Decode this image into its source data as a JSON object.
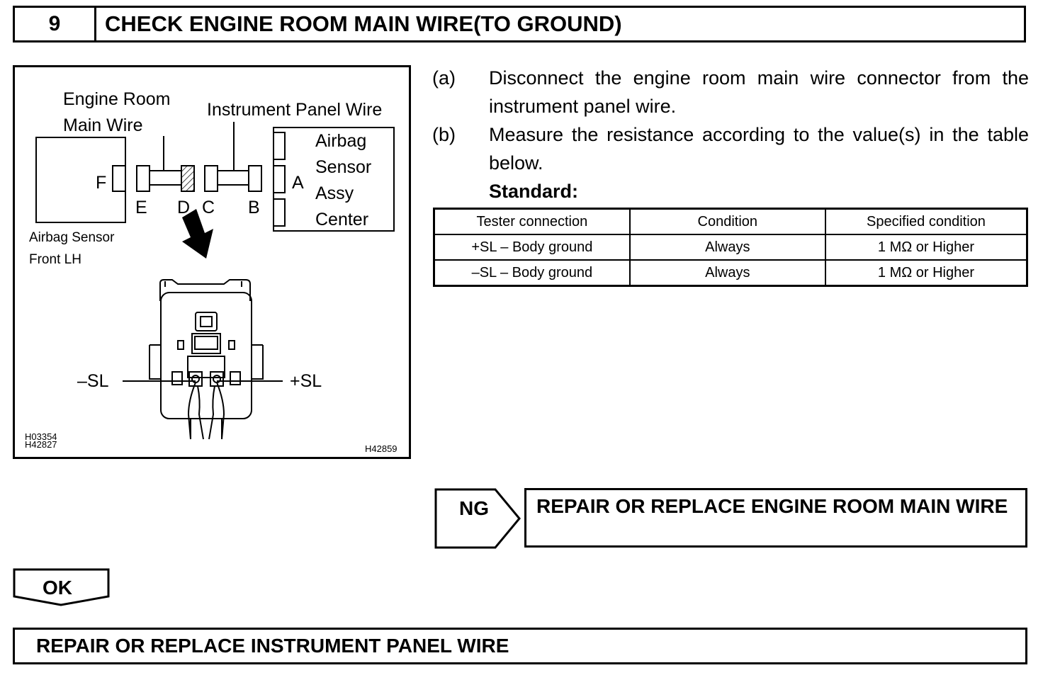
{
  "header": {
    "step_number": "9",
    "title": "CHECK ENGINE ROOM MAIN WIRE(TO GROUND)"
  },
  "figure": {
    "labels": {
      "engine_room_line1": "Engine Room",
      "engine_room_line2": "Main Wire",
      "instrument_panel_wire": "Instrument Panel Wire",
      "airbag_assy_line1": "Airbag",
      "airbag_assy_line2": "Sensor",
      "airbag_assy_line3": "Assy",
      "airbag_assy_line4": "Center",
      "connector_f": "F",
      "connector_e": "E",
      "connector_d": "D",
      "connector_c": "C",
      "connector_b": "B",
      "connector_a": "A",
      "airbag_front_line1": "Airbag Sensor",
      "airbag_front_line2": "Front LH",
      "minus_sl": "–SL",
      "plus_sl": "+SL"
    },
    "codes": {
      "code_1": "H03354",
      "code_2": "H42827",
      "code_3": "H42859"
    }
  },
  "instructions": [
    {
      "tag": "(a)",
      "text": "Disconnect the engine room main wire connector from the instrument panel wire."
    },
    {
      "tag": "(b)",
      "text": "Measure the resistance according to the value(s) in the table below."
    }
  ],
  "standard_label": "Standard:",
  "table": {
    "headers": [
      "Tester connection",
      "Condition",
      "Specified condition"
    ],
    "rows": [
      [
        "+SL – Body ground",
        "Always",
        "1 MΩ or Higher"
      ],
      [
        "–SL – Body ground",
        "Always",
        "1 MΩ or Higher"
      ]
    ]
  },
  "ng": {
    "label": "NG",
    "action": "REPAIR OR REPLACE ENGINE ROOM MAIN WIRE"
  },
  "ok": {
    "label": "OK"
  },
  "final_action": "REPAIR OR REPLACE INSTRUMENT PANEL WIRE"
}
